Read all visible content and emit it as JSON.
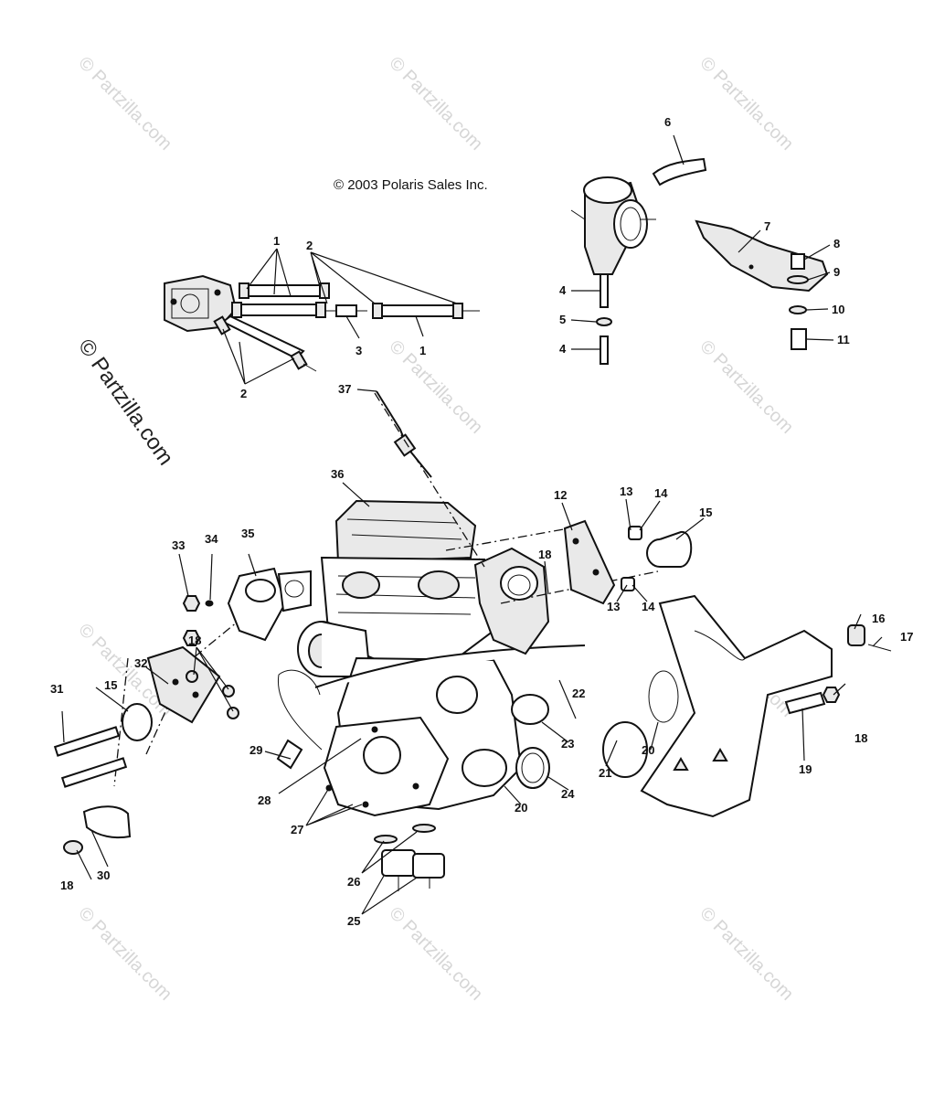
{
  "watermark": "© Partzilla.com",
  "watermark_large": "© Partzilla.com",
  "copyright": "© 2003 Polaris Sales Inc.",
  "callouts": {
    "c1a": "1",
    "c1b": "1",
    "c2a": "2",
    "c2b": "2",
    "c3": "3",
    "c4a": "4",
    "c4b": "4",
    "c5": "5",
    "c6": "6",
    "c7": "7",
    "c8": "8",
    "c9": "9",
    "c10": "10",
    "c11": "11",
    "c12": "12",
    "c13a": "13",
    "c13b": "13",
    "c14a": "14",
    "c14b": "14",
    "c15a": "15",
    "c15b": "15",
    "c16": "16",
    "c17": "17",
    "c18a": "18",
    "c18b": "18",
    "c18c": "18",
    "c18d": "18",
    "c19": "19",
    "c20a": "20",
    "c20b": "20",
    "c21": "21",
    "c22": "22",
    "c23": "23",
    "c24": "24",
    "c25": "25",
    "c26": "26",
    "c27": "27",
    "c28": "28",
    "c29": "29",
    "c30": "30",
    "c31": "31",
    "c32": "32",
    "c33": "33",
    "c34": "34",
    "c35": "35",
    "c36": "36",
    "c37": "37"
  }
}
